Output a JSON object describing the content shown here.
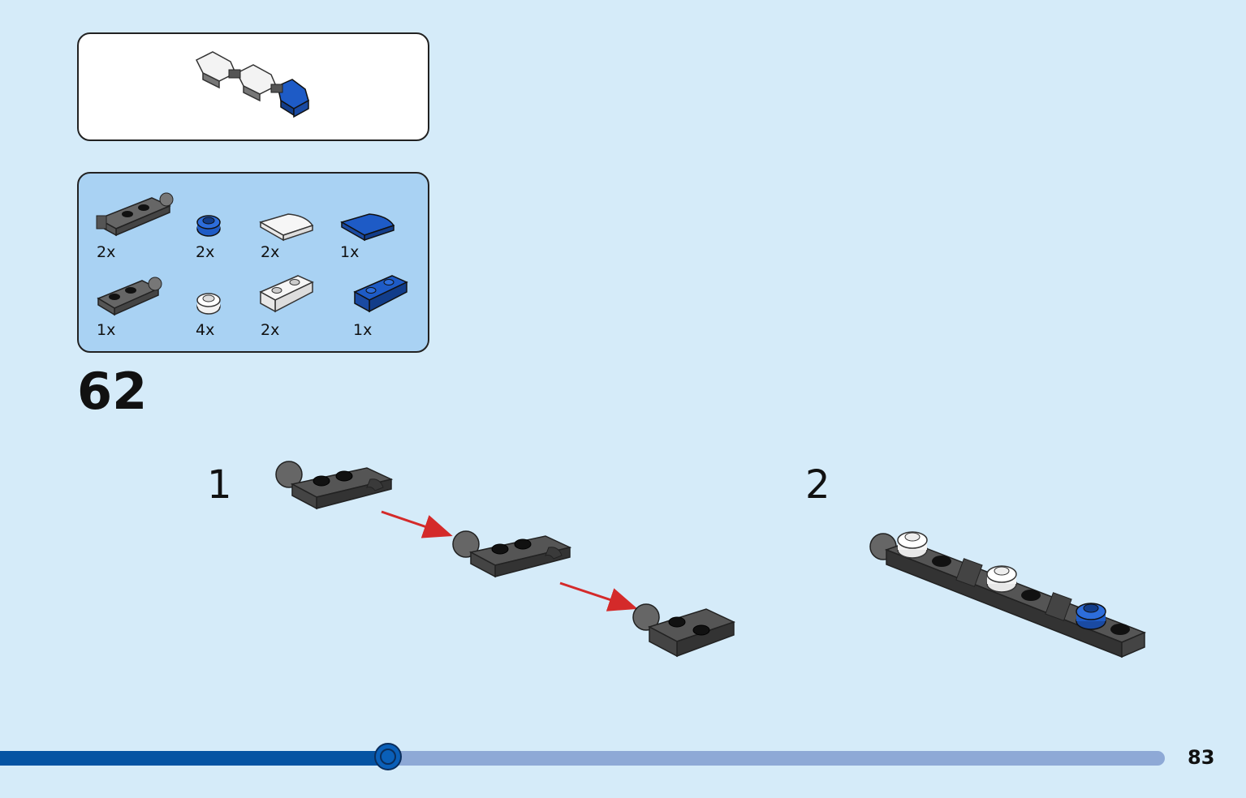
{
  "step": {
    "number": "62",
    "substeps": [
      "1",
      "2"
    ]
  },
  "parts_list": [
    {
      "icon": "gray-hinge-plate-1x4-icon",
      "qty": "2x"
    },
    {
      "icon": "blue-round-plate-1x1-icon",
      "qty": "2x"
    },
    {
      "icon": "white-curved-slope-icon",
      "qty": "2x"
    },
    {
      "icon": "blue-curved-slope-icon",
      "qty": "1x"
    },
    {
      "icon": "gray-ball-plate-1x3-icon",
      "qty": "1x"
    },
    {
      "icon": "white-round-plate-1x1-icon",
      "qty": "4x"
    },
    {
      "icon": "white-inverted-slope-icon",
      "qty": "2x"
    },
    {
      "icon": "blue-inverted-slope-icon",
      "qty": "1x"
    }
  ],
  "progress": {
    "fraction": 0.333
  },
  "page": {
    "number": "83"
  },
  "colors": {
    "background": "#d5ebf9",
    "parts_panel": "#a9d2f3",
    "progress_fill": "#0553a3",
    "progress_track": "#8ea9d6",
    "lego_blue": "#1e5bc6",
    "lego_gray": "#555555",
    "arrow_red": "#d42a2a"
  }
}
